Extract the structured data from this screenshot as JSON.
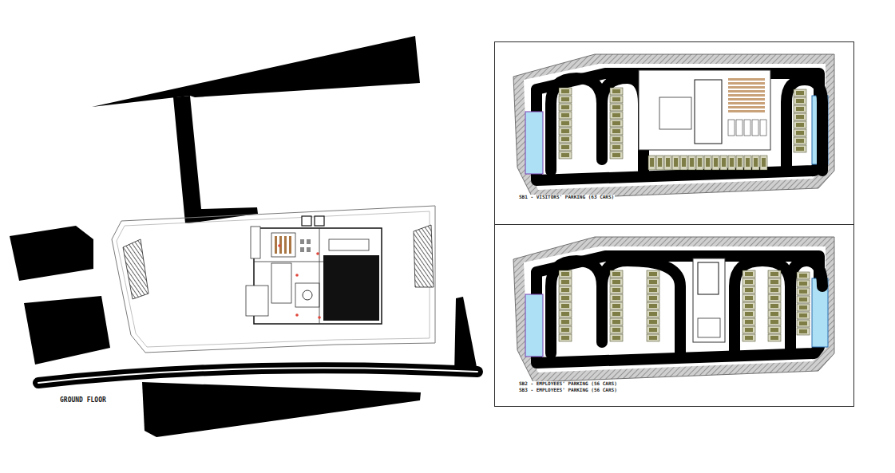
{
  "diagram": {
    "nodes": [
      {
        "text": [
          "SB1 - VISITORS' PARKING (63 CARS)"
        ]
      },
      {
        "text": [
          "SB2 - EMPLOYEES' PARKING (56 CARS)",
          "SB3 - EMPLOYEES' PARKING (56 CARS)"
        ]
      }
    ],
    "labels": [
      "GROUND FLOOR"
    ]
  }
}
